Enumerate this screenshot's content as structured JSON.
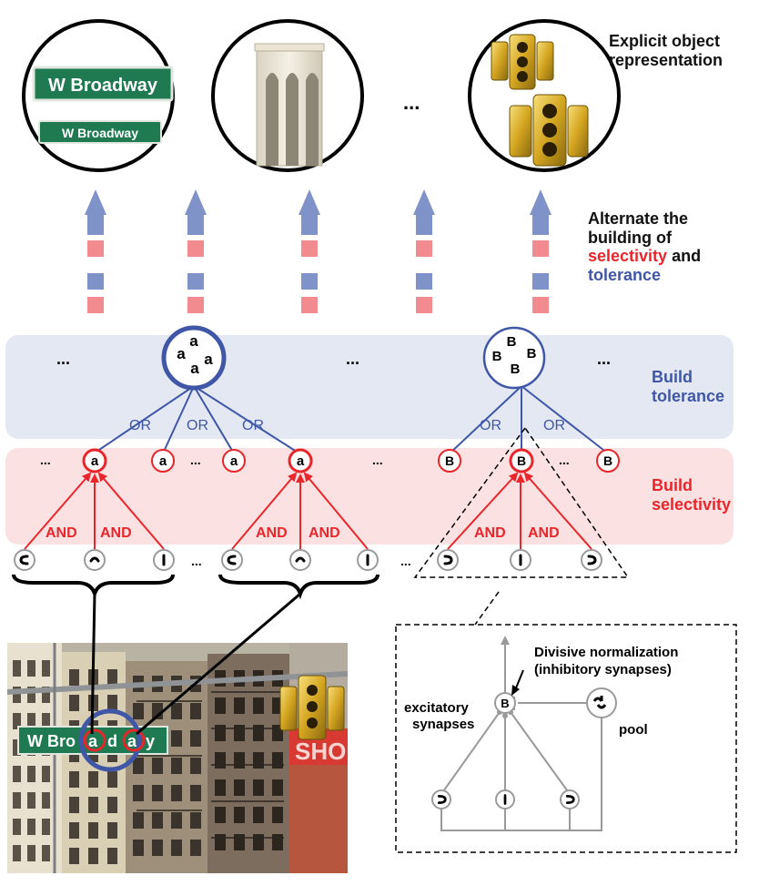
{
  "colors": {
    "red": "#e8262b",
    "blue": "#3f57a6",
    "blue_arrow": "#7f93c9",
    "red_dash": "#f28b8f",
    "tolerance_band": "#e4e8f3",
    "selectivity_band": "#fbe1e1",
    "gray": "#9a9a9a",
    "sign_green": "#1f7a52"
  },
  "labels": {
    "explicit_object_line1": "Explicit object",
    "explicit_object_line2": "representation",
    "alternate_line1": "Alternate the",
    "alternate_line2": "building of",
    "alternate_selectivity": "selectivity",
    "alternate_and": " and",
    "alternate_tolerance": "tolerance",
    "build_tolerance_line1": "Build",
    "build_tolerance_line2": "tolerance",
    "build_selectivity_line1": "Build",
    "build_selectivity_line2": "selectivity"
  },
  "inset": {
    "divisive_line1": "Divisive normalization",
    "divisive_line2": "(inhibitory synapses)",
    "excitatory_line1": "excitatory",
    "excitatory_line2": "synapses",
    "pool": "pool",
    "node_letter": "B"
  },
  "operators": {
    "or": "OR",
    "and": "AND"
  },
  "ellipsis": "...",
  "tolerance_nodes": {
    "a_letters": [
      "a",
      "a",
      "a",
      "a"
    ],
    "b_letters": [
      "B",
      "B",
      "B",
      "B"
    ]
  },
  "selectivity_nodes": {
    "left": [
      "a",
      "a",
      "a",
      "a"
    ],
    "right": [
      "B",
      "B",
      "B"
    ]
  },
  "object_circles": {
    "sign_big": "W Broadway",
    "sign_small": "W Broadway"
  },
  "photo": {
    "sign_text": "W Bro",
    "sign_a1": "a",
    "sign_mid": "d",
    "sign_a2": "a",
    "sign_end": "y",
    "red_sign": "SHO"
  }
}
